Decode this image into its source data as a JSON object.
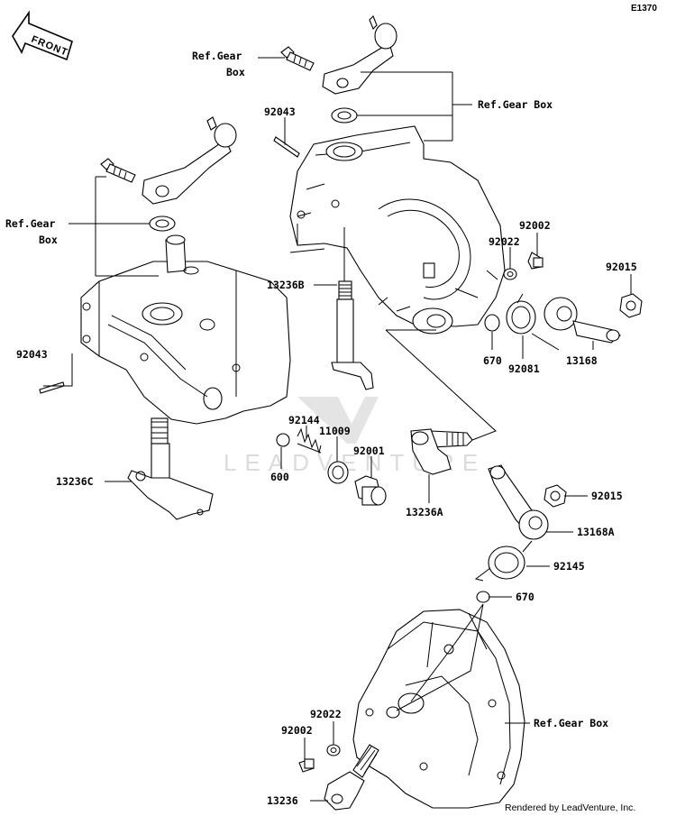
{
  "diagram_code": "E1370",
  "front_arrow_label": "FRONT",
  "credit": "Rendered by LeadVenture, Inc.",
  "watermark": "LEADVENTURE",
  "labels": {
    "ref_gear_box_top_l1": "Ref.Gear",
    "ref_gear_box_top_l2": "Box",
    "ref_gear_box_top_right": "Ref.Gear Box",
    "p92043_top": "92043",
    "ref_gear_box_left_l1": "Ref.Gear",
    "ref_gear_box_left_l2": "Box",
    "p92043_left": "92043",
    "p92002_top": "92002",
    "p92022_top": "92022",
    "p92015_top": "92015",
    "p13236B": "13236B",
    "p670_top": "670",
    "p92081": "92081",
    "p13168": "13168",
    "p92144": "92144",
    "p11009": "11009",
    "p92001": "92001",
    "p600": "600",
    "p13236C": "13236C",
    "p13236A": "13236A",
    "p92015_mid": "92015",
    "p13168A": "13168A",
    "p92145": "92145",
    "p670_mid": "670",
    "p92022_bot": "92022",
    "p92002_bot": "92002",
    "ref_gear_box_bottom": "Ref.Gear Box",
    "p13236": "13236"
  }
}
